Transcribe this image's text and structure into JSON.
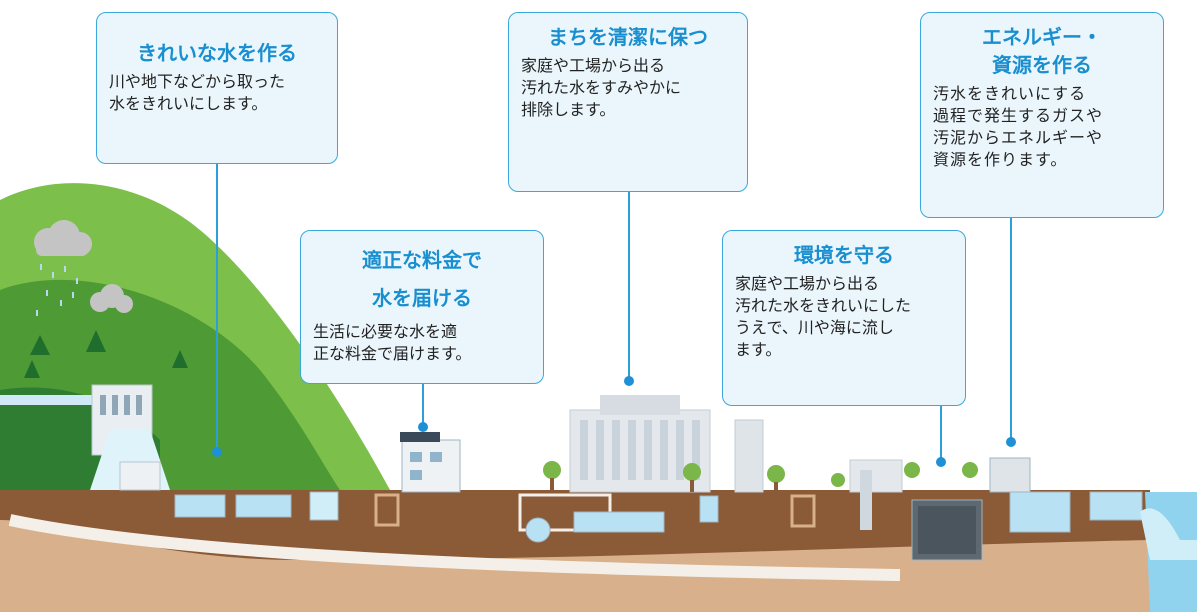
{
  "callouts": [
    {
      "title": "きれいな水を作る",
      "desc": "川や地下などから取った\n水をきれいにします。"
    },
    {
      "title": "まちを清潔に保つ",
      "desc": "家庭や工場から出る\n汚れた水をすみやかに\n排除します。"
    },
    {
      "title": "エネルギー・\n資源を作る",
      "desc": "汚水をきれいにする\n過程で発生するガスや\n汚泥からエネルギーや\n資源を作ります。"
    },
    {
      "title": "適正な料金で\n水を届ける",
      "desc": "生活に必要な水を適\n正な料金で届けます。"
    },
    {
      "title": "環境を守る",
      "desc": "家庭や工場から出る\n汚れた水をきれいにした\nうえで、川や海に流し\nます。"
    }
  ],
  "colors": {
    "accent": "#1a8fd0",
    "callout_bg": "#eaf6fc",
    "hill": "#5fa83a",
    "soil": "#8b5a36",
    "ground": "#d9b08c",
    "water": "#8fd3ee"
  }
}
